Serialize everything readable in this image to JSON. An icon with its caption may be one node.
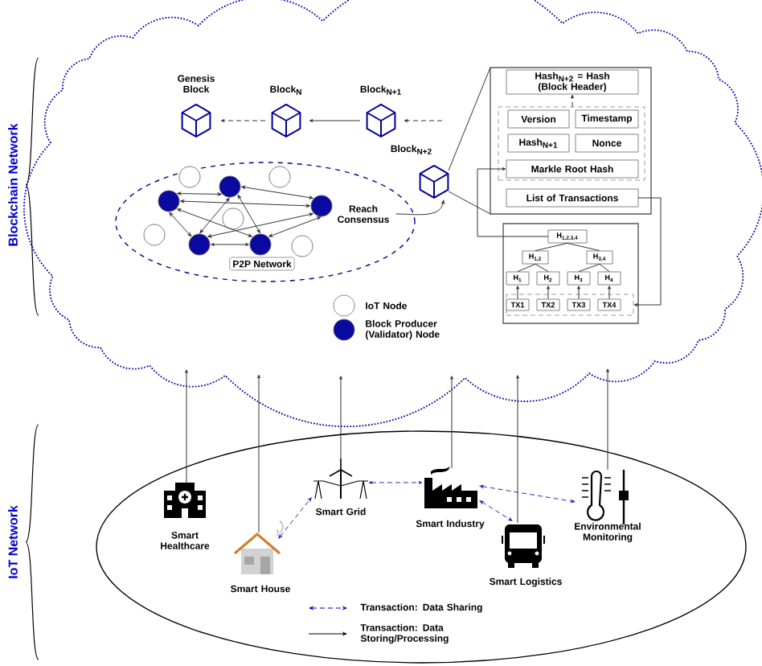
{
  "diagram": {
    "nodes": [
      {
        "text": [],
        "shape": "cloud"
      },
      {
        "text": [
          "Genesis Block"
        ],
        "in": 0
      },
      {
        "text": [
          "Block$_{N}$"
        ],
        "in": 0
      },
      {
        "text": [
          "Block$_{N+1}$"
        ],
        "in": 0
      },
      {
        "text": [
          "Block$_{N+2}$"
        ],
        "in": 0
      },
      {
        "text": [
          "P2P Network"
        ],
        "in": 0
      },
      {
        "text": [],
        "shape": "circle",
        "in": 5
      },
      {
        "text": [],
        "shape": "circle",
        "in": 5
      },
      {
        "text": [],
        "shape": "circle",
        "in": 5
      },
      {
        "text": [],
        "shape": "circle",
        "in": 5
      },
      {
        "text": [],
        "shape": "circle",
        "in": 5
      },
      {
        "text": [],
        "shape": "circle",
        "in": 5
      },
      {
        "text": [],
        "shape": "circle",
        "in": 5
      },
      {
        "text": [],
        "shape": "circle",
        "in": 5
      },
      {
        "text": [],
        "shape": "circle",
        "in": 5
      },
      {
        "text": [],
        "shape": "circle",
        "in": 5
      },
      {
        "text": [
          "Reach Consensus"
        ],
        "in": 5
      },
      {
        "text": [],
        "shape": "box",
        "in": 0
      },
      {
        "text": [
          "Hash$_{N+2}$ = Hash (Block Header)"
        ],
        "in": 17
      },
      {
        "text": [],
        "shape": "box",
        "in": 17
      },
      {
        "text": [
          "Version"
        ],
        "in": 19
      },
      {
        "text": [
          "Timestamp"
        ],
        "in": 19
      },
      {
        "text": [
          "Hash$_{N+1}$"
        ],
        "in": 19
      },
      {
        "text": [
          "Nonce"
        ],
        "in": 19
      },
      {
        "text": [
          "Markle Root Hash"
        ],
        "in": 19
      },
      {
        "text": [
          "List of Transactions"
        ],
        "in": 17
      },
      {
        "text": [],
        "shape": "box",
        "in": 0
      },
      {
        "text": [
          "H$_{1,2,3,4}$"
        ],
        "in": 26
      },
      {
        "text": [
          "H$_{1,2}$"
        ],
        "in": 26
      },
      {
        "text": [
          "H$_{3,4}$"
        ],
        "in": 26
      },
      {
        "text": [
          "H$_{1}$"
        ],
        "in": 26
      },
      {
        "text": [
          "H$_{2}$"
        ],
        "in": 26
      },
      {
        "text": [
          "H$_{3}$"
        ],
        "in": 26
      },
      {
        "text": [
          "H$_{4}$"
        ],
        "in": 26
      },
      {
        "text": [],
        "shape": "box",
        "in": 26
      },
      {
        "text": [
          "TX1"
        ],
        "in": 34
      },
      {
        "text": [
          "TX2"
        ],
        "in": 34
      },
      {
        "text": [
          "TX3"
        ],
        "in": 34
      },
      {
        "text": [
          "TX4"
        ],
        "in": 34
      },
      {
        "text": [],
        "shape": "ellipse"
      },
      {
        "text": [
          "Smart Healthcare"
        ],
        "in": 39
      },
      {
        "text": [
          "Smart House"
        ],
        "in": 39
      },
      {
        "text": [
          "Smart Grid"
        ],
        "in": 39
      },
      {
        "text": [
          "Smart Industry"
        ],
        "in": 39
      },
      {
        "text": [
          "Smart Logistics"
        ],
        "in": 39
      },
      {
        "text": [
          "Environmental Monitoring"
        ],
        "in": 39
      }
    ],
    "edges": [
      {
        "from": 2,
        "to": 1,
        "arrow": "to",
        "style": "dashed"
      },
      {
        "from": 3,
        "to": 2,
        "arrow": "to"
      },
      {
        "from": null,
        "to": 3,
        "arrow": "to",
        "style": "dashed"
      },
      {
        "from": 16,
        "to": 4,
        "arrow": "to"
      },
      {
        "from": 4,
        "to": 17,
        "arrow": "none"
      },
      {
        "from": 4,
        "to": 17,
        "arrow": "none"
      },
      {
        "from": 6,
        "to": 7,
        "arrow": "both"
      },
      {
        "from": 6,
        "to": 8,
        "arrow": "both"
      },
      {
        "from": 6,
        "to": 9,
        "arrow": "both"
      },
      {
        "from": 6,
        "to": 10,
        "arrow": "both"
      },
      {
        "from": 7,
        "to": 8,
        "arrow": "both"
      },
      {
        "from": 7,
        "to": 9,
        "arrow": "both"
      },
      {
        "from": 7,
        "to": 10,
        "arrow": "both"
      },
      {
        "from": 8,
        "to": 9,
        "arrow": "both"
      },
      {
        "from": 8,
        "to": 10,
        "arrow": "both"
      },
      {
        "from": 9,
        "to": 10,
        "arrow": "both"
      },
      {
        "from": 19,
        "to": 18,
        "arrow": "to",
        "style": "dashed"
      },
      {
        "from": 27,
        "to": 24,
        "arrow": "to"
      },
      {
        "from": 25,
        "to": 34,
        "arrow": "to"
      },
      {
        "from": 35,
        "to": 30,
        "arrow": "to"
      },
      {
        "from": 36,
        "to": 31,
        "arrow": "to"
      },
      {
        "from": 37,
        "to": 32,
        "arrow": "to"
      },
      {
        "from": 38,
        "to": 33,
        "arrow": "to"
      },
      {
        "from": 30,
        "to": 28,
        "arrow": "none"
      },
      {
        "from": 31,
        "to": 28,
        "arrow": "none"
      },
      {
        "from": 32,
        "to": 29,
        "arrow": "none"
      },
      {
        "from": 33,
        "to": 29,
        "arrow": "none"
      },
      {
        "from": 28,
        "to": 27,
        "arrow": "none"
      },
      {
        "from": 29,
        "to": 27,
        "arrow": "none"
      },
      {
        "from": 40,
        "to": 0,
        "arrow": "to"
      },
      {
        "from": 41,
        "to": 0,
        "arrow": "to"
      },
      {
        "from": 42,
        "to": 0,
        "arrow": "to"
      },
      {
        "from": 43,
        "to": 0,
        "arrow": "to"
      },
      {
        "from": 44,
        "to": 0,
        "arrow": "to"
      },
      {
        "from": 45,
        "to": 0,
        "arrow": "to"
      },
      {
        "from": 41,
        "to": 42,
        "arrow": "both",
        "style": "dashed",
        "color": "#2a2ab4"
      },
      {
        "from": 42,
        "to": 43,
        "arrow": "both",
        "style": "dashed",
        "color": "#2a2ab4"
      },
      {
        "from": 43,
        "to": 44,
        "arrow": "both",
        "style": "dashed",
        "color": "#2a2ab4"
      },
      {
        "from": 43,
        "to": 45,
        "arrow": "both",
        "style": "dashed",
        "color": "#2a2ab4"
      }
    ],
    "labels": [
      "Blockchain Network",
      "IoT Network"
    ],
    "legend": [
      {
        "text": "IoT Node"
      },
      {
        "text": "Block Producer (Validator) Node",
        "color": "#0a0aa0"
      },
      {
        "text": "Transaction: Data Sharing"
      },
      {
        "text": "Transaction: Data Storing/Processing"
      }
    ]
  }
}
